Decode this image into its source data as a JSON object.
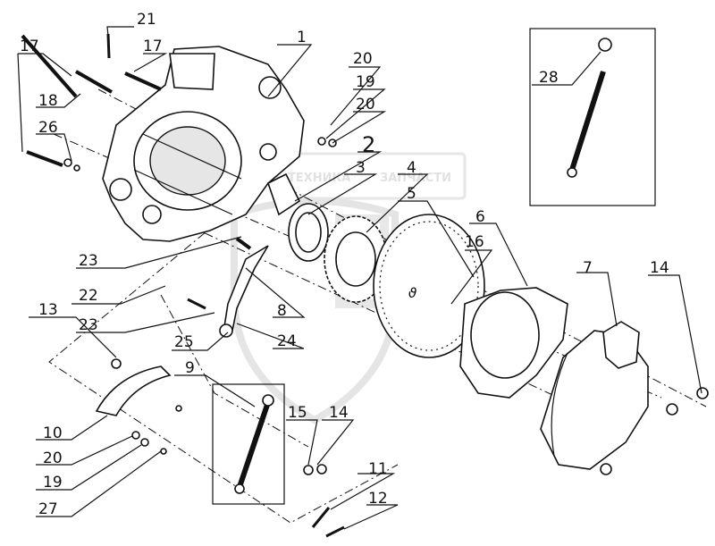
{
  "watermark": {
    "line1": "ТЕХНИКА",
    "line2": "ЗАПЧАСТИ"
  },
  "callouts": [
    {
      "id": "1",
      "text": "1"
    },
    {
      "id": "2",
      "text": "2"
    },
    {
      "id": "3",
      "text": "3"
    },
    {
      "id": "4",
      "text": "4"
    },
    {
      "id": "5",
      "text": "5"
    },
    {
      "id": "6",
      "text": "6"
    },
    {
      "id": "7",
      "text": "7"
    },
    {
      "id": "8",
      "text": "8"
    },
    {
      "id": "9",
      "text": "9"
    },
    {
      "id": "10",
      "text": "10"
    },
    {
      "id": "11",
      "text": "11"
    },
    {
      "id": "12",
      "text": "12"
    },
    {
      "id": "13",
      "text": "13"
    },
    {
      "id": "14a",
      "text": "14"
    },
    {
      "id": "14b",
      "text": "14"
    },
    {
      "id": "15",
      "text": "15"
    },
    {
      "id": "16",
      "text": "16"
    },
    {
      "id": "17a",
      "text": "17"
    },
    {
      "id": "17b",
      "text": "17"
    },
    {
      "id": "18",
      "text": "18"
    },
    {
      "id": "19a",
      "text": "19"
    },
    {
      "id": "19b",
      "text": "19"
    },
    {
      "id": "20a",
      "text": "20"
    },
    {
      "id": "20b",
      "text": "20"
    },
    {
      "id": "20c",
      "text": "20"
    },
    {
      "id": "21",
      "text": "21"
    },
    {
      "id": "22",
      "text": "22"
    },
    {
      "id": "23a",
      "text": "23"
    },
    {
      "id": "23b",
      "text": "23"
    },
    {
      "id": "24",
      "text": "24"
    },
    {
      "id": "25",
      "text": "25"
    },
    {
      "id": "26",
      "text": "26"
    },
    {
      "id": "27",
      "text": "27"
    },
    {
      "id": "28",
      "text": "28"
    }
  ]
}
